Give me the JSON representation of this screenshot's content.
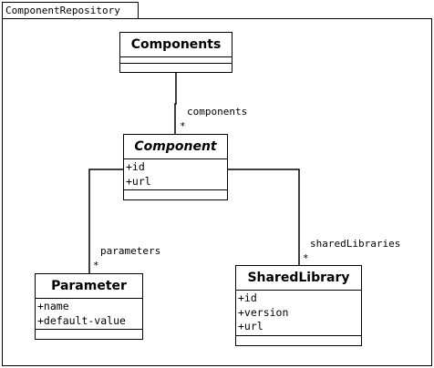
{
  "package": {
    "name": "ComponentRepository"
  },
  "classes": {
    "components": {
      "name": "Components"
    },
    "component": {
      "name": "Component",
      "attributes": [
        "+id",
        "+url"
      ]
    },
    "parameter": {
      "name": "Parameter",
      "attributes": [
        "+name",
        "+default-value"
      ]
    },
    "shared_library": {
      "name": "SharedLibrary",
      "attributes": [
        "+id",
        "+version",
        "+url"
      ]
    }
  },
  "associations": {
    "components": {
      "role": "components",
      "multiplicity": "*"
    },
    "parameters": {
      "role": "parameters",
      "multiplicity": "*"
    },
    "shared_libraries": {
      "role": "sharedLibraries",
      "multiplicity": "*"
    }
  }
}
